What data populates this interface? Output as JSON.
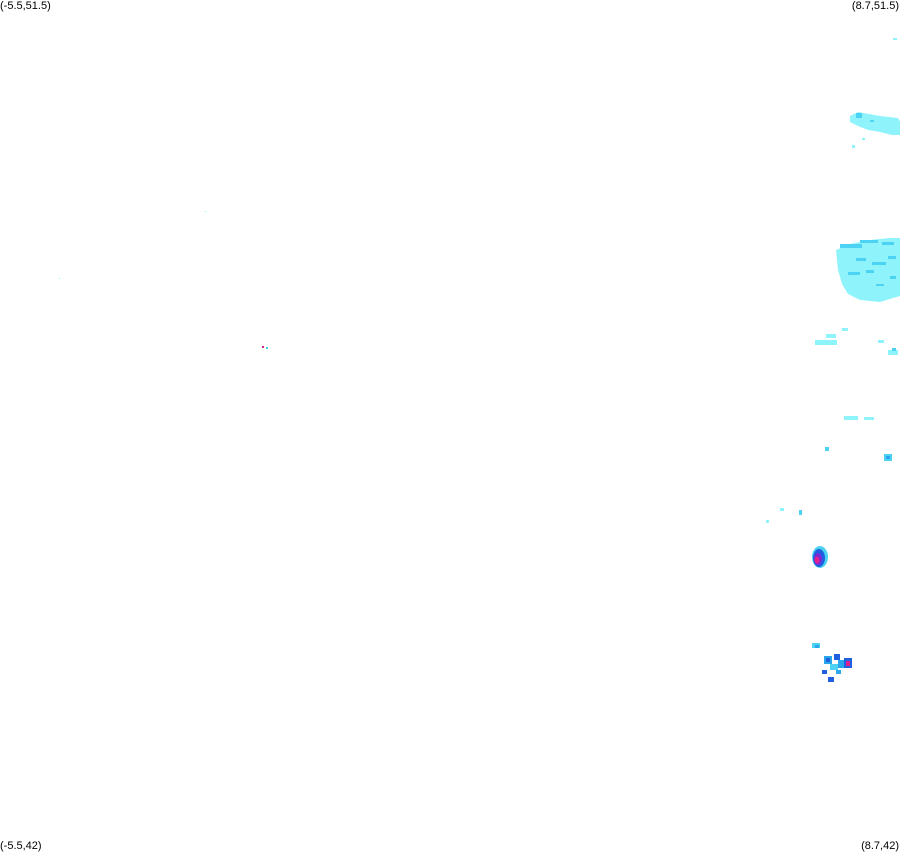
{
  "corners": {
    "top_left": "(-5.5,51.5)",
    "top_right": "(8.7,51.5)",
    "bottom_left": "(-5.5,42)",
    "bottom_right": "(8.7,42)"
  },
  "colors": {
    "light_cyan": "#8ff3fb",
    "cyan": "#4cd2f2",
    "sky_blue": "#2aa6ea",
    "blue": "#1f5fe0",
    "magenta": "#e0208f",
    "purple": "#7a2bd6"
  }
}
